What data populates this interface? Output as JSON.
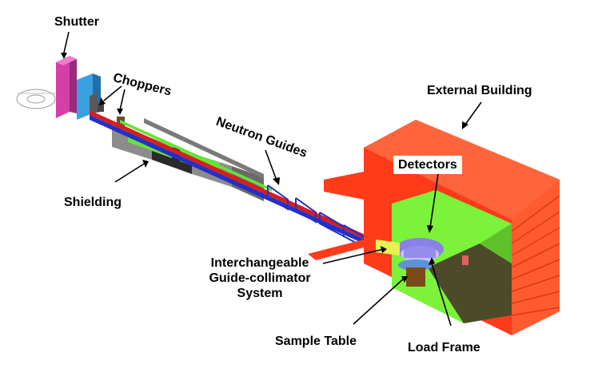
{
  "labels": {
    "shutter": "Shutter",
    "choppers": "Choppers",
    "neutron_guides": "Neutron Guides",
    "shielding": "Shielding",
    "external_building": "External Building",
    "detectors": "Detectors",
    "guide_collimator_line1": "Interchangeable",
    "guide_collimator_line2": "Guide-collimator",
    "guide_collimator_line3": "System",
    "sample_table": "Sample Table",
    "load_frame": "Load Frame"
  },
  "colors": {
    "building": "#ff3b1a",
    "building_dark": "#c82a10",
    "enclosure": "#7cf23a",
    "shielding_green": "#66e23a",
    "shielding_gray": "#8c8c8c",
    "shielding_dark": "#2a2a2a",
    "guide_red": "#d61e1e",
    "guide_blue": "#2230c8",
    "shutter_magenta": "#d43fa8",
    "chopper_cyan": "#3aa0e0",
    "detector_purple": "#8a80e8",
    "sample_brown": "#7a4a18"
  }
}
